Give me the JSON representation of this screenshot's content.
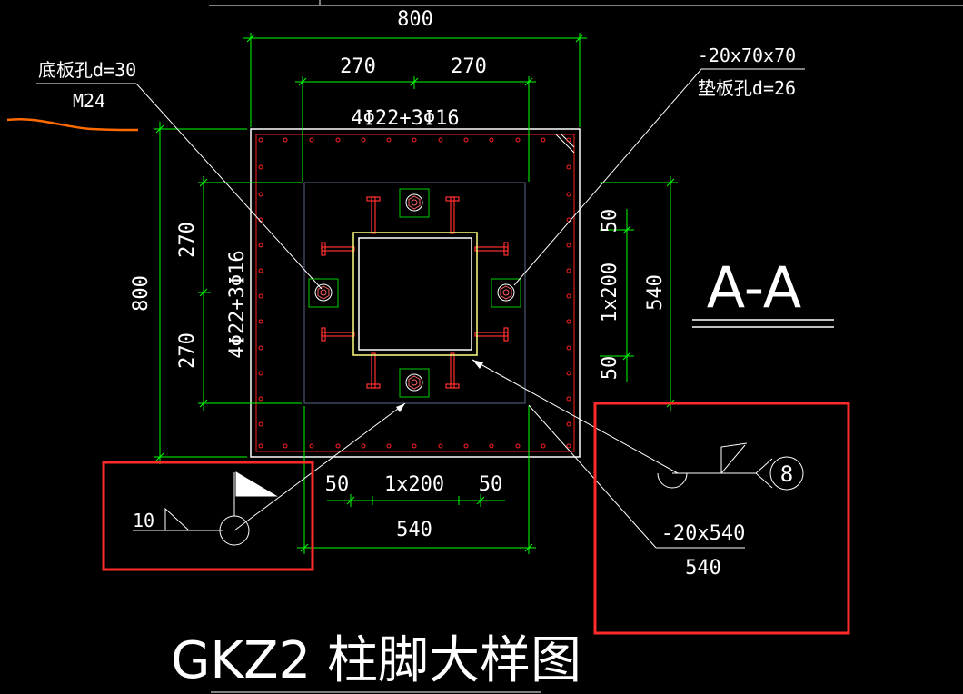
{
  "title": "GKZ2 柱脚大样图",
  "section_label": "A-A",
  "dimensions": {
    "top_total": "800",
    "top_left": "270",
    "top_right": "270",
    "left_total": "800",
    "left_upper": "270",
    "left_lower": "270",
    "right_total": "540",
    "right_top_edge": "50",
    "right_middle": "1x200",
    "right_bottom_edge": "50",
    "bottom_left_edge": "50",
    "bottom_middle": "1x200",
    "bottom_right_edge": "50",
    "bottom_total": "540"
  },
  "rebar_top": "4Φ22+3Φ16",
  "rebar_side": "4Φ22+3Φ16",
  "callouts": {
    "base_hole_top": "底板孔d=30",
    "base_hole_bottom": "M24",
    "washer_top": "-20x70x70",
    "washer_bottom": "垫板孔d=26",
    "plate_top": "-20x540",
    "plate_bottom": "540"
  },
  "weld_left": {
    "size": "10"
  },
  "weld_right": {
    "number": "8"
  },
  "colors": {
    "background": "#000000",
    "dimension": "#00ff00",
    "outline": "#ffffff",
    "rebar": "#ff2020",
    "stiffener": "#ff3030",
    "inner_plate": "#5a6a8a",
    "column": "#ffff80",
    "bolt": "#ff8040",
    "highlight": "#ff2a2a",
    "stroke_orange": "#ff6a00"
  }
}
